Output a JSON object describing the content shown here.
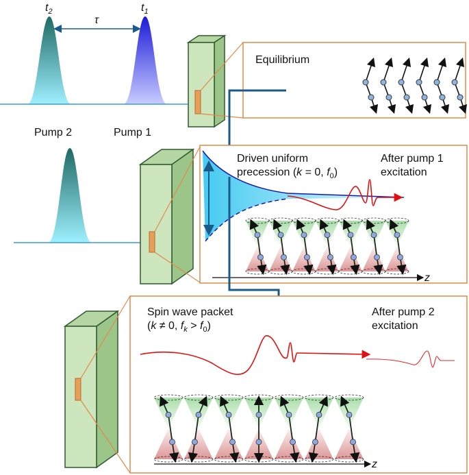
{
  "pulses": {
    "t2_label": "t",
    "t2_sub": "2",
    "t1_label": "t",
    "t1_sub": "1",
    "tau_label": "τ",
    "pump2_label": "Pump 2",
    "pump1_label": "Pump 1"
  },
  "panel_equilibrium": {
    "title": "Equilibrium"
  },
  "panel_pump1": {
    "title_line1": "Driven uniform",
    "title_line2_a": "precession (",
    "title_line2_k": "k",
    "title_line2_b": " = 0, ",
    "title_line2_f": "f",
    "title_line2_sub": "0",
    "title_line2_c": ")",
    "right_line1": "After pump 1",
    "right_line2": "excitation",
    "axis_label": "z"
  },
  "panel_pump2": {
    "title_line1": "Spin wave packet",
    "title_line2_a": "(",
    "title_line2_k": "k",
    "title_line2_b": " ≠ 0, ",
    "title_line2_f": "f",
    "title_line2_fsub": "k",
    "title_line2_c": " > ",
    "title_line2_f0": "f",
    "title_line2_f0sub": "0",
    "title_line2_d": ")",
    "right_line1": "After pump 2",
    "right_line2": "excitation",
    "axis_label": "z"
  },
  "colors": {
    "pulse_dark": "#1f6f6a",
    "pulse_light": "#8fe3f0",
    "pulse_blue": "#2a2ae0",
    "panel_border": "#e08a4a",
    "arrow_blue": "#1a5a8a",
    "slab_fill": "#c9e2b8",
    "slab_edge": "#2e5a2e",
    "wave_red": "#e01010"
  }
}
